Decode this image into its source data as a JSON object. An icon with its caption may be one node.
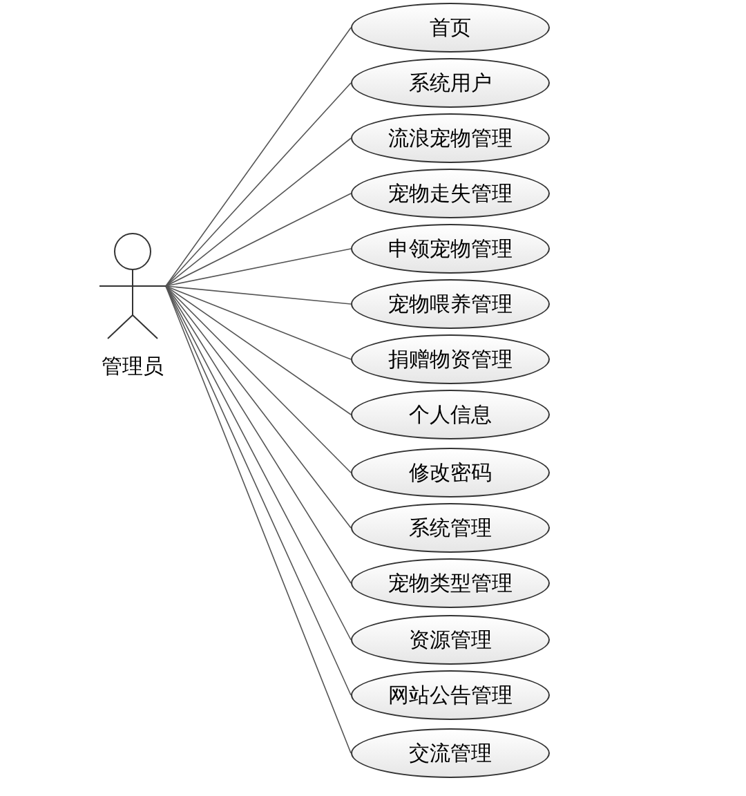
{
  "diagram": {
    "nodes": [
      {
        "text": [
          "管理员"
        ]
      },
      {
        "text": [
          "首页"
        ]
      },
      {
        "text": [
          "系统用户"
        ]
      },
      {
        "text": [
          "流浪宠物管理"
        ]
      },
      {
        "text": [
          "宠物走失管理"
        ]
      },
      {
        "text": [
          "申领宠物管理"
        ]
      },
      {
        "text": [
          "宠物喂养管理"
        ]
      },
      {
        "text": [
          "捐赠物资管理"
        ]
      },
      {
        "text": [
          "个人信息"
        ]
      },
      {
        "text": [
          "修改密码"
        ]
      },
      {
        "text": [
          "系统管理"
        ]
      },
      {
        "text": [
          "宠物类型管理"
        ]
      },
      {
        "text": [
          "资源管理"
        ]
      },
      {
        "text": [
          "网站公告管理"
        ]
      },
      {
        "text": [
          "交流管理"
        ]
      }
    ],
    "edges": [
      {
        "from": 0,
        "to": 1,
        "arrow": "none"
      },
      {
        "from": 0,
        "to": 2,
        "arrow": "none"
      },
      {
        "from": 0,
        "to": 3,
        "arrow": "none"
      },
      {
        "from": 0,
        "to": 4,
        "arrow": "none"
      },
      {
        "from": 0,
        "to": 5,
        "arrow": "none"
      },
      {
        "from": 0,
        "to": 6,
        "arrow": "none"
      },
      {
        "from": 0,
        "to": 7,
        "arrow": "none"
      },
      {
        "from": 0,
        "to": 8,
        "arrow": "none"
      },
      {
        "from": 0,
        "to": 9,
        "arrow": "none"
      },
      {
        "from": 0,
        "to": 10,
        "arrow": "none"
      },
      {
        "from": 0,
        "to": 11,
        "arrow": "none"
      },
      {
        "from": 0,
        "to": 12,
        "arrow": "none"
      },
      {
        "from": 0,
        "to": 13,
        "arrow": "none"
      },
      {
        "from": 0,
        "to": 14,
        "arrow": "none"
      }
    ]
  }
}
